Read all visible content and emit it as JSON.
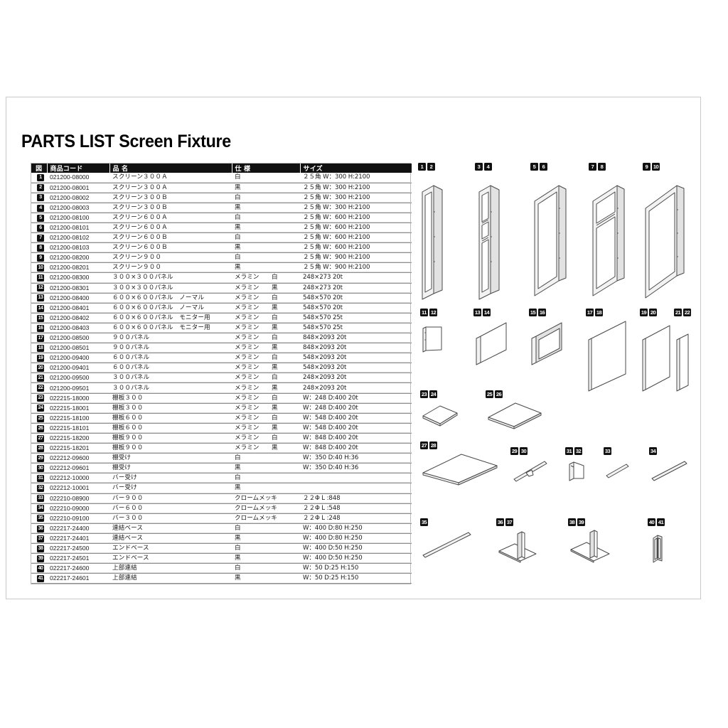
{
  "document": {
    "title": "PARTS LIST Screen Fixture"
  },
  "table": {
    "headers": {
      "figure": "図",
      "code": "商品コード",
      "name": "品  名",
      "spec": "仕  様",
      "size": "サイズ"
    },
    "rows": [
      {
        "no": "1",
        "code": "021200-08000",
        "name": "スクリーン３００Ａ",
        "material": "白",
        "color": "",
        "size": "２５角  W：300 H:2100"
      },
      {
        "no": "2",
        "code": "021200-08001",
        "name": "スクリーン３００Ａ",
        "material": "黒",
        "color": "",
        "size": "２５角  W：300 H:2100"
      },
      {
        "no": "3",
        "code": "021200-08002",
        "name": "スクリーン３００Ｂ",
        "material": "白",
        "color": "",
        "size": "２５角  W：300 H:2100"
      },
      {
        "no": "4",
        "code": "021200-08003",
        "name": "スクリーン３００Ｂ",
        "material": "黒",
        "color": "",
        "size": "２５角  W：300 H:2100"
      },
      {
        "no": "5",
        "code": "021200-08100",
        "name": "スクリーン６００Ａ",
        "material": "白",
        "color": "",
        "size": "２５角  W：600 H:2100"
      },
      {
        "no": "6",
        "code": "021200-08101",
        "name": "スクリーン６００Ａ",
        "material": "黒",
        "color": "",
        "size": "２５角  W：600 H:2100"
      },
      {
        "no": "7",
        "code": "021200-08102",
        "name": "スクリーン６００Ｂ",
        "material": "白",
        "color": "",
        "size": "２５角  W：600 H:2100"
      },
      {
        "no": "8",
        "code": "021200-08103",
        "name": "スクリーン６００Ｂ",
        "material": "黒",
        "color": "",
        "size": "２５角  W：600 H:2100"
      },
      {
        "no": "9",
        "code": "021200-08200",
        "name": "スクリーン９００",
        "material": "白",
        "color": "",
        "size": "２５角  W：900 H:2100"
      },
      {
        "no": "10",
        "code": "021200-08201",
        "name": "スクリーン９００",
        "material": "黒",
        "color": "",
        "size": "２５角  W：900 H:2100"
      },
      {
        "no": "11",
        "code": "021200-08300",
        "name": "３００×３００パネル",
        "material": "メラミン",
        "color": "白",
        "size": "248×273 20t"
      },
      {
        "no": "12",
        "code": "021200-08301",
        "name": "３００×３００パネル",
        "material": "メラミン",
        "color": "黒",
        "size": "248×273 20t"
      },
      {
        "no": "13",
        "code": "021200-08400",
        "name": "６００×６００パネル　ノーマル",
        "material": "メラミン",
        "color": "白",
        "size": "548×570 20t"
      },
      {
        "no": "14",
        "code": "021200-08401",
        "name": "６００×６００パネル　ノーマル",
        "material": "メラミン",
        "color": "黒",
        "size": "548×570 20t"
      },
      {
        "no": "15",
        "code": "021200-08402",
        "name": "６００×６００パネル　モニター用",
        "material": "メラミン",
        "color": "白",
        "size": "548×570 25t"
      },
      {
        "no": "16",
        "code": "021200-08403",
        "name": "６００×６００パネル　モニター用",
        "material": "メラミン",
        "color": "黒",
        "size": "548×570 25t"
      },
      {
        "no": "17",
        "code": "021200-08500",
        "name": "９００パネル",
        "material": "メラミン",
        "color": "白",
        "size": "848×2093 20t"
      },
      {
        "no": "18",
        "code": "021200-08501",
        "name": "９００パネル",
        "material": "メラミン",
        "color": "黒",
        "size": "848×2093 20t"
      },
      {
        "no": "19",
        "code": "021200-09400",
        "name": "６００パネル",
        "material": "メラミン",
        "color": "白",
        "size": "548×2093 20t"
      },
      {
        "no": "20",
        "code": "021200-09401",
        "name": "６００パネル",
        "material": "メラミン",
        "color": "黒",
        "size": "548×2093 20t"
      },
      {
        "no": "21",
        "code": "021200-09500",
        "name": "３００パネル",
        "material": "メラミン",
        "color": "白",
        "size": "248×2093 20t"
      },
      {
        "no": "22",
        "code": "021200-09501",
        "name": "３００パネル",
        "material": "メラミン",
        "color": "黒",
        "size": "248×2093 20t"
      },
      {
        "no": "23",
        "code": "022215-18000",
        "name": "棚板３００",
        "material": "メラミン",
        "color": "白",
        "size": "W：248 D:400 20t"
      },
      {
        "no": "24",
        "code": "022215-18001",
        "name": "棚板３００",
        "material": "メラミン",
        "color": "黒",
        "size": "W：248 D:400 20t"
      },
      {
        "no": "25",
        "code": "022215-18100",
        "name": "棚板６００",
        "material": "メラミン",
        "color": "白",
        "size": "W：548 D:400 20t"
      },
      {
        "no": "26",
        "code": "022215-18101",
        "name": "棚板６００",
        "material": "メラミン",
        "color": "黒",
        "size": "W：548 D:400 20t"
      },
      {
        "no": "27",
        "code": "022215-18200",
        "name": "棚板９００",
        "material": "メラミン",
        "color": "白",
        "size": "W：848 D:400 20t"
      },
      {
        "no": "28",
        "code": "022215-18201",
        "name": "棚板９００",
        "material": "メラミン",
        "color": "黒",
        "size": "W：848 D:400 20t"
      },
      {
        "no": "29",
        "code": "022212-09600",
        "name": "棚受け",
        "material": "白",
        "color": "",
        "size": "W：350 D:40 H:36"
      },
      {
        "no": "30",
        "code": "022212-09601",
        "name": "棚受け",
        "material": "黒",
        "color": "",
        "size": "W：350 D:40 H:36"
      },
      {
        "no": "31",
        "code": "022212-10000",
        "name": "バー受け",
        "material": "白",
        "color": "",
        "size": ""
      },
      {
        "no": "32",
        "code": "022212-10001",
        "name": "バー受け",
        "material": "黒",
        "color": "",
        "size": ""
      },
      {
        "no": "33",
        "code": "022210-08900",
        "name": "バー９００",
        "material": "クロームメッキ",
        "color": "",
        "size": "２２Φ L :848"
      },
      {
        "no": "34",
        "code": "022210-09000",
        "name": "バー６００",
        "material": "クロームメッキ",
        "color": "",
        "size": "２２Φ L :548"
      },
      {
        "no": "35",
        "code": "022210-09100",
        "name": "バー３００",
        "material": "クロームメッキ",
        "color": "",
        "size": "２２Φ L :248"
      },
      {
        "no": "36",
        "code": "022217-24400",
        "name": "連結ベース",
        "material": "白",
        "color": "",
        "size": "W：400 D:80 H:250"
      },
      {
        "no": "37",
        "code": "022217-24401",
        "name": "連結ベース",
        "material": "黒",
        "color": "",
        "size": "W：400 D:80 H:250"
      },
      {
        "no": "38",
        "code": "022217-24500",
        "name": "エンドベース",
        "material": "白",
        "color": "",
        "size": "W：400 D:50 H:250"
      },
      {
        "no": "39",
        "code": "022217-24501",
        "name": "エンドベース",
        "material": "黒",
        "color": "",
        "size": "W：400 D:50 H:250"
      },
      {
        "no": "40",
        "code": "022217-24600",
        "name": "上部連結",
        "material": "白",
        "color": "",
        "size": "W：50 D:25 H:150"
      },
      {
        "no": "41",
        "code": "022217-24601",
        "name": "上部連結",
        "material": "黒",
        "color": "",
        "size": "W：50 D:25 H:150"
      }
    ]
  },
  "figures": [
    {
      "id": "screen-300a",
      "labels": [
        "1",
        "2"
      ]
    },
    {
      "id": "screen-300b",
      "labels": [
        "3",
        "4"
      ]
    },
    {
      "id": "screen-600a",
      "labels": [
        "5",
        "6"
      ]
    },
    {
      "id": "screen-600b",
      "labels": [
        "7",
        "8"
      ]
    },
    {
      "id": "screen-900",
      "labels": [
        "9",
        "10"
      ]
    },
    {
      "id": "panel-300x300",
      "labels": [
        "11",
        "12"
      ]
    },
    {
      "id": "panel-600x600-normal",
      "labels": [
        "13",
        "14"
      ]
    },
    {
      "id": "panel-600x600-monitor",
      "labels": [
        "15",
        "16"
      ]
    },
    {
      "id": "panel-900",
      "labels": [
        "17",
        "18"
      ]
    },
    {
      "id": "panel-600",
      "labels": [
        "19",
        "20"
      ]
    },
    {
      "id": "panel-300",
      "labels": [
        "21",
        "22"
      ]
    },
    {
      "id": "shelf-300",
      "labels": [
        "23",
        "24"
      ]
    },
    {
      "id": "shelf-600",
      "labels": [
        "25",
        "26"
      ]
    },
    {
      "id": "shelf-900",
      "labels": [
        "27",
        "28"
      ]
    },
    {
      "id": "shelf-bracket",
      "labels": [
        "29",
        "30"
      ]
    },
    {
      "id": "bar-bracket",
      "labels": [
        "31",
        "32"
      ]
    },
    {
      "id": "bar-900",
      "labels": [
        "33"
      ]
    },
    {
      "id": "bar-600",
      "labels": [
        "34"
      ]
    },
    {
      "id": "bar-300",
      "labels": [
        "35"
      ]
    },
    {
      "id": "connect-base",
      "labels": [
        "36",
        "37"
      ]
    },
    {
      "id": "end-base",
      "labels": [
        "38",
        "39"
      ]
    },
    {
      "id": "top-connector",
      "labels": [
        "40",
        "41"
      ]
    }
  ]
}
